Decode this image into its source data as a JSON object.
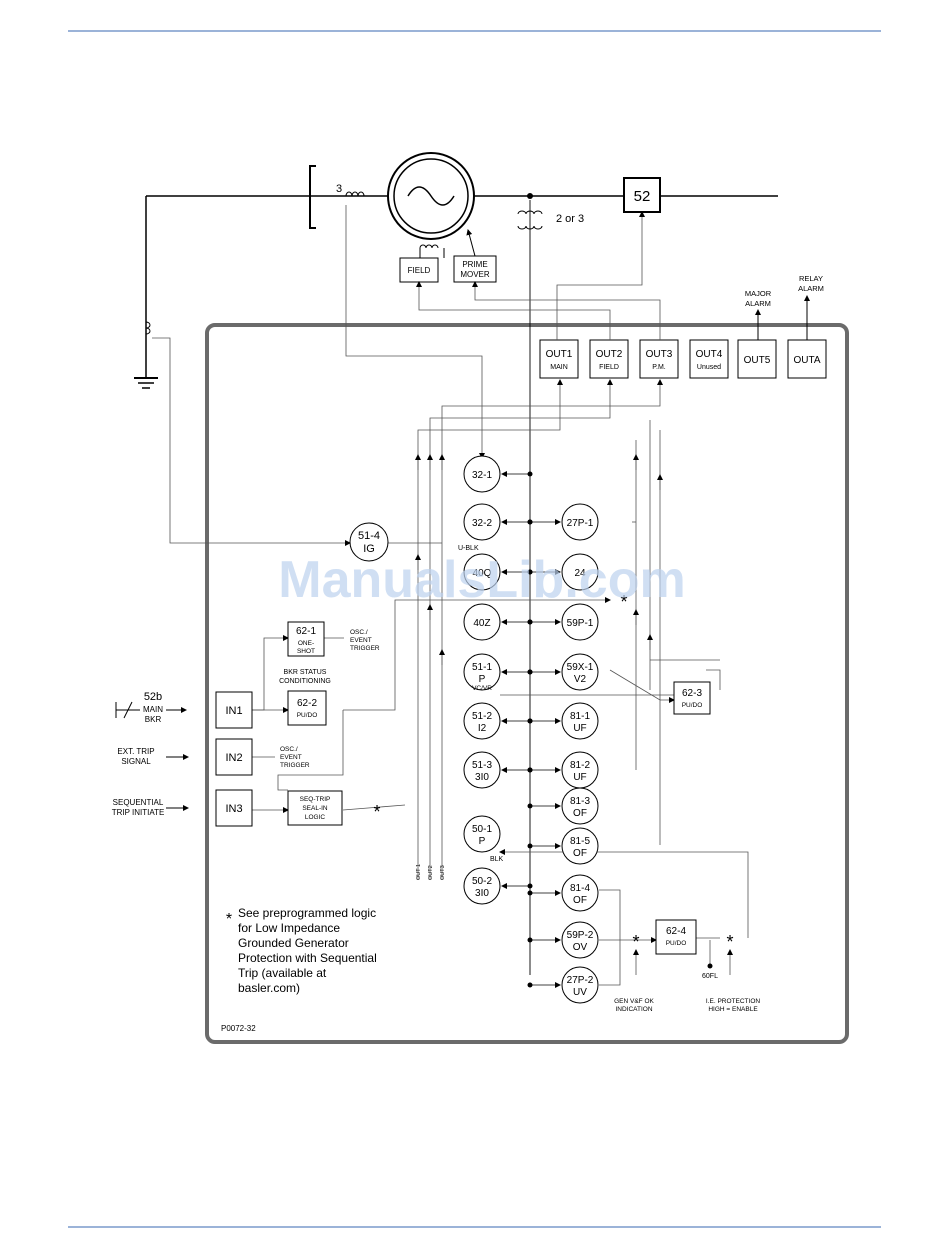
{
  "diagram": {
    "ct_main_label": "3",
    "vt_label": "2 or 3",
    "breaker_label": "52",
    "field": "FIELD",
    "prime_mover": [
      "PRIME",
      "MOVER"
    ],
    "major_alarm": [
      "MAJOR",
      "ALARM"
    ],
    "relay_alarm": [
      "RELAY",
      "ALARM"
    ],
    "outputs": [
      {
        "id": "OUT1",
        "sub": "MAIN"
      },
      {
        "id": "OUT2",
        "sub": "FIELD"
      },
      {
        "id": "OUT3",
        "sub": "P.M."
      },
      {
        "id": "OUT4",
        "sub": "Unused"
      },
      {
        "id": "OUT5",
        "sub": ""
      },
      {
        "id": "OUTA",
        "sub": ""
      }
    ],
    "left_functions": [
      {
        "l1": "32-1",
        "l2": ""
      },
      {
        "l1": "32-2",
        "l2": ""
      },
      {
        "l1": "40Q",
        "l2": ""
      },
      {
        "l1": "40Z",
        "l2": ""
      },
      {
        "l1": "51-1",
        "l2": "P",
        "l3": "VC/VR"
      },
      {
        "l1": "51-2",
        "l2": "I2"
      },
      {
        "l1": "51-3",
        "l2": "3I0"
      },
      {
        "l1": "50-1",
        "l2": "P"
      },
      {
        "l1": "50-2",
        "l2": "3I0"
      }
    ],
    "right_functions": [
      {
        "l1": "27P-1",
        "l2": ""
      },
      {
        "l1": "24",
        "l2": ""
      },
      {
        "l1": "59P-1",
        "l2": ""
      },
      {
        "l1": "59X-1",
        "l2": "V2"
      },
      {
        "l1": "81-1",
        "l2": "UF"
      },
      {
        "l1": "81-2",
        "l2": "UF"
      },
      {
        "l1": "81-3",
        "l2": "OF"
      },
      {
        "l1": "81-5",
        "l2": "OF"
      },
      {
        "l1": "81-4",
        "l2": "OF"
      },
      {
        "l1": "59P-2",
        "l2": "OV"
      },
      {
        "l1": "27P-2",
        "l2": "UV"
      }
    ],
    "fn_51_4": [
      "51-4",
      "IG"
    ],
    "u_blk": "U-BLK",
    "blk": "BLK",
    "inputs": [
      "IN1",
      "IN2",
      "IN3"
    ],
    "in_52b": [
      "52b",
      "MAIN",
      "BKR"
    ],
    "ext_trip": [
      "EXT. TRIP",
      "SIGNAL"
    ],
    "seq_trip": [
      "SEQUENTIAL",
      "TRIP INITIATE"
    ],
    "box_62_1": [
      "62-1",
      "ONE-",
      "SHOT"
    ],
    "box_62_2": [
      "62-2",
      "PU/DO"
    ],
    "box_seq": [
      "SEQ-TRIP",
      "SEAL-IN",
      "LOGIC"
    ],
    "box_62_3": [
      "62-3",
      "PU/DO"
    ],
    "box_62_4": [
      "62-4",
      "PU/DO"
    ],
    "osc_1": [
      "OSC./",
      "EVENT",
      "TRIGGER"
    ],
    "osc_2": [
      "OSC./",
      "EVENT",
      "TRIGGER"
    ],
    "bkr_status": [
      "BKR STATUS",
      "CONDITIONING"
    ],
    "star": "*",
    "fl60": "60FL",
    "gen_vf": [
      "GEN V&F OK",
      "INDICATION"
    ],
    "ie_prot": [
      "I.E. PROTECTION",
      "HIGH = ENABLE"
    ],
    "out_bus": [
      "OUT 1",
      "OUT2",
      "OUT3"
    ],
    "note": [
      "See preprogrammed logic",
      "for Low Impedance",
      "Grounded Generator",
      "Protection with Sequential",
      "Trip (available at",
      "basler.com)"
    ],
    "figure_id": "P0072-32",
    "watermark": "ManualsLib.com"
  }
}
